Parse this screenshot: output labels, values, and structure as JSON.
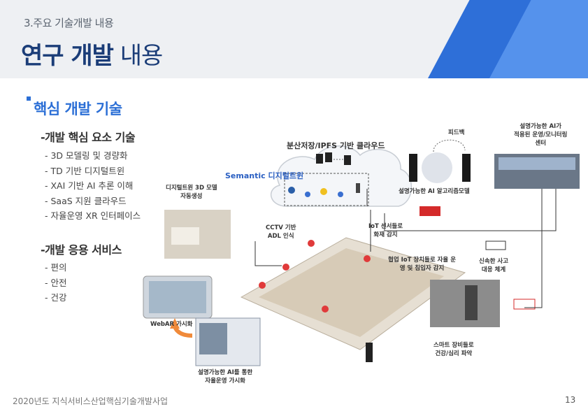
{
  "header": {
    "section_number": "3.주요 기술개발 내용",
    "title_bold": "연구 개발",
    "title_light": " 내용"
  },
  "section": {
    "title": "핵심 개발 기술"
  },
  "core_elements": {
    "title": "-개발 핵심 요소 기술",
    "items": [
      "3D 모델링 및 경량화",
      "TD 기반 디지털트윈",
      "XAI 기반  AI 추론 이해",
      "SaaS 지원 클라우드",
      "자율운영 XR 인터페이스"
    ]
  },
  "applications": {
    "title": "-개발 응용 서비스",
    "items": [
      "편의",
      "안전",
      "건강"
    ]
  },
  "diagram": {
    "cloud_label": "분산저장/IPFS 기반 클라우드",
    "semantic_label": "Semantic 디지털트윈",
    "feedback_label": "피드백",
    "xai_monitor_label": "설명가능한 AI가\n적용된 운영/모니터링\n센터",
    "ai_model_label": "설명가능한 AI 알고리즘모델",
    "dt3d_label": "디지털트윈 3D 모델\n자동생성",
    "cctv_label": "CCTV 기반\nADL 인식",
    "iot_fire_label": "IoT 센서들로\n화재 감지",
    "coop_iot_label": "협업 IoT 장치들로 자율 운\n영 및 침입자 감지",
    "rapid_label": "신속한 사고\n대응 체계",
    "webar_label": "WebAR 가시화",
    "xai_vis_label": "설명가능한 AI를 통한\n자율운영 가시화",
    "smart_label": "스마트 장비들로\n건강/심리 파악"
  },
  "footer": {
    "text": "2020년도 지식서비스산업핵심기술개발사업",
    "page_number": "13"
  },
  "colors": {
    "accent_blue": "#2c6fd6",
    "title_navy": "#1b3d78",
    "header_bg": "#eef0f3"
  }
}
